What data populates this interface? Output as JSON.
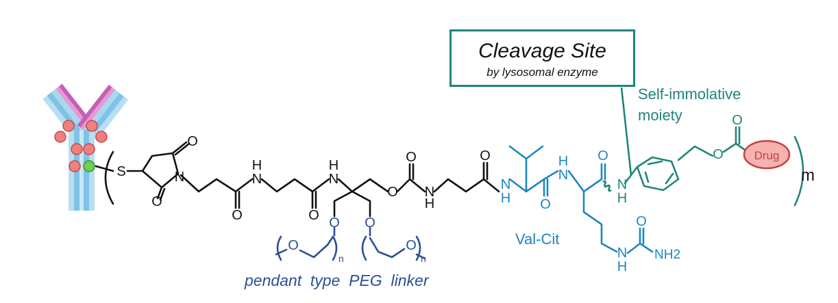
{
  "callout": {
    "title": "Cleavage Site",
    "subtitle": "by lysosomal enzyme"
  },
  "labels": {
    "self_immolative_line1": "Self-immolative",
    "self_immolative_line2": "moiety",
    "val_cit": "Val-Cit",
    "peg_linker": "pendant  type  PEG  linker",
    "drug": "Drug",
    "repeat_m": "m",
    "repeat_n": "n"
  },
  "atoms": {
    "S": "S",
    "N": "N",
    "O": "O",
    "H": "H",
    "NH2": "NH2"
  },
  "colors": {
    "black": "#111111",
    "teal": "#1f857a",
    "valcit_blue": "#1d86c0",
    "peg_navy": "#2a4f95",
    "drug_fill": "#f4b2b0",
    "drug_stroke": "#c74242",
    "antibody_blue": "#9ad0ea",
    "antibody_pink": "#d477c4",
    "conjugation_site": "#f08080",
    "attached_site": "#6fcf55"
  }
}
